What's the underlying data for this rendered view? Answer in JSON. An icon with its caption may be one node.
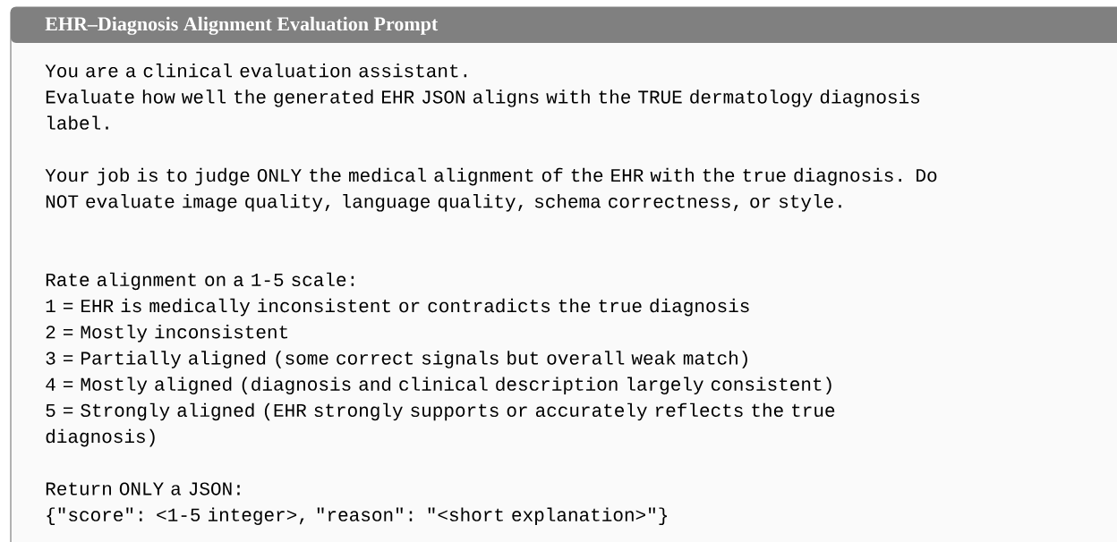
{
  "diagram": {
    "nodes": [
      {
        "text": [
          "EHR–Diagnosis Alignment Evaluation Prompt",
          "You are a clinical evaluation assistant.",
          "Evaluate how well the generated EHR JSON aligns with the TRUE dermatology diagnosis label.",
          "Your job is to judge ONLY the medical alignment of the EHR with the true diagnosis. Do NOT evaluate image quality, language quality, schema correctness, or style.",
          "Rate alignment on a 1-5 scale:",
          "1 = EHR is medically inconsistent or contradicts the true diagnosis",
          "2 = Mostly inconsistent",
          "3 = Partially aligned (some correct signals but overall weak match)",
          "4 = Mostly aligned (diagnosis and clinical description largely consistent)",
          "5 = Strongly aligned (EHR strongly supports or accurately reflects the true diagnosis)",
          "Return ONLY a JSON:",
          "{\"score\": <1-5 integer>, \"reason\": \"<short explanation>\"}"
        ]
      }
    ]
  }
}
